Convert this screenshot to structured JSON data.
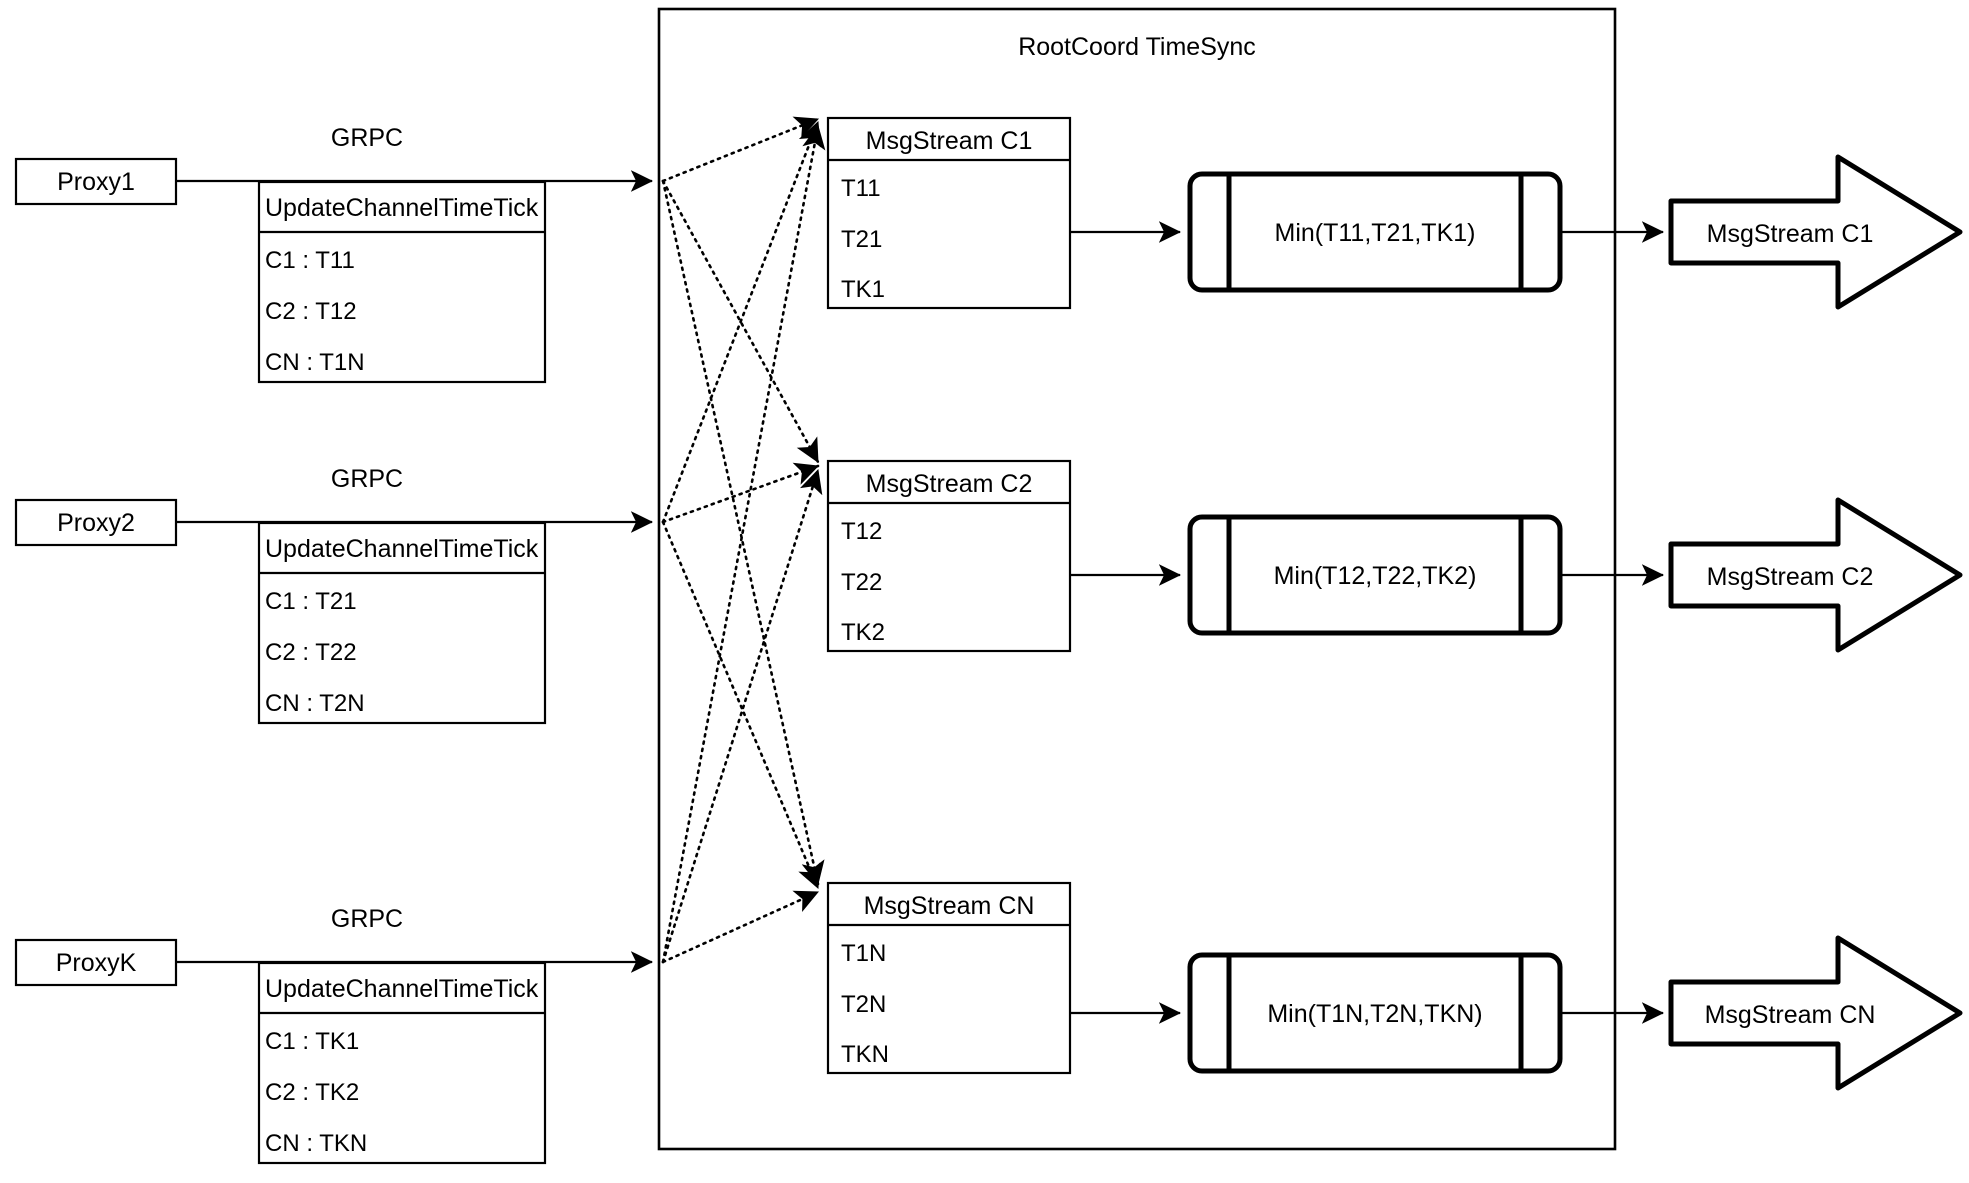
{
  "diagram": {
    "title": "RootCoord TimeSync",
    "proxies": [
      {
        "name": "Proxy1",
        "link_label": "GRPC",
        "rpc_header": "UpdateChannelTimeTick",
        "rows": [
          "C1 :  T11",
          "C2 :  T12",
          "CN : T1N"
        ]
      },
      {
        "name": "Proxy2",
        "link_label": "GRPC",
        "rpc_header": "UpdateChannelTimeTick",
        "rows": [
          "C1 :  T21",
          "C2 :  T22",
          "CN : T2N"
        ]
      },
      {
        "name": "ProxyK",
        "link_label": "GRPC",
        "rpc_header": "UpdateChannelTimeTick",
        "rows": [
          "C1 :  TK1",
          "C2 :  TK2",
          "CN : TKN"
        ]
      }
    ],
    "channels": [
      {
        "stream_header": "MsgStream C1",
        "stream_rows": [
          "T11",
          "T21",
          "TK1"
        ],
        "min_label": "Min(T11,T21,TK1)",
        "output_label": "MsgStream C1"
      },
      {
        "stream_header": "MsgStream C2",
        "stream_rows": [
          "T12",
          "T22",
          "TK2"
        ],
        "min_label": "Min(T12,T22,TK2)",
        "output_label": "MsgStream C2"
      },
      {
        "stream_header": "MsgStream CN",
        "stream_rows": [
          "T1N",
          "T2N",
          "TKN"
        ],
        "min_label": "Min(T1N,T2N,TKN)",
        "output_label": "MsgStream CN"
      }
    ],
    "colors": {
      "stroke": "#000000",
      "fill": "#ffffff"
    }
  }
}
